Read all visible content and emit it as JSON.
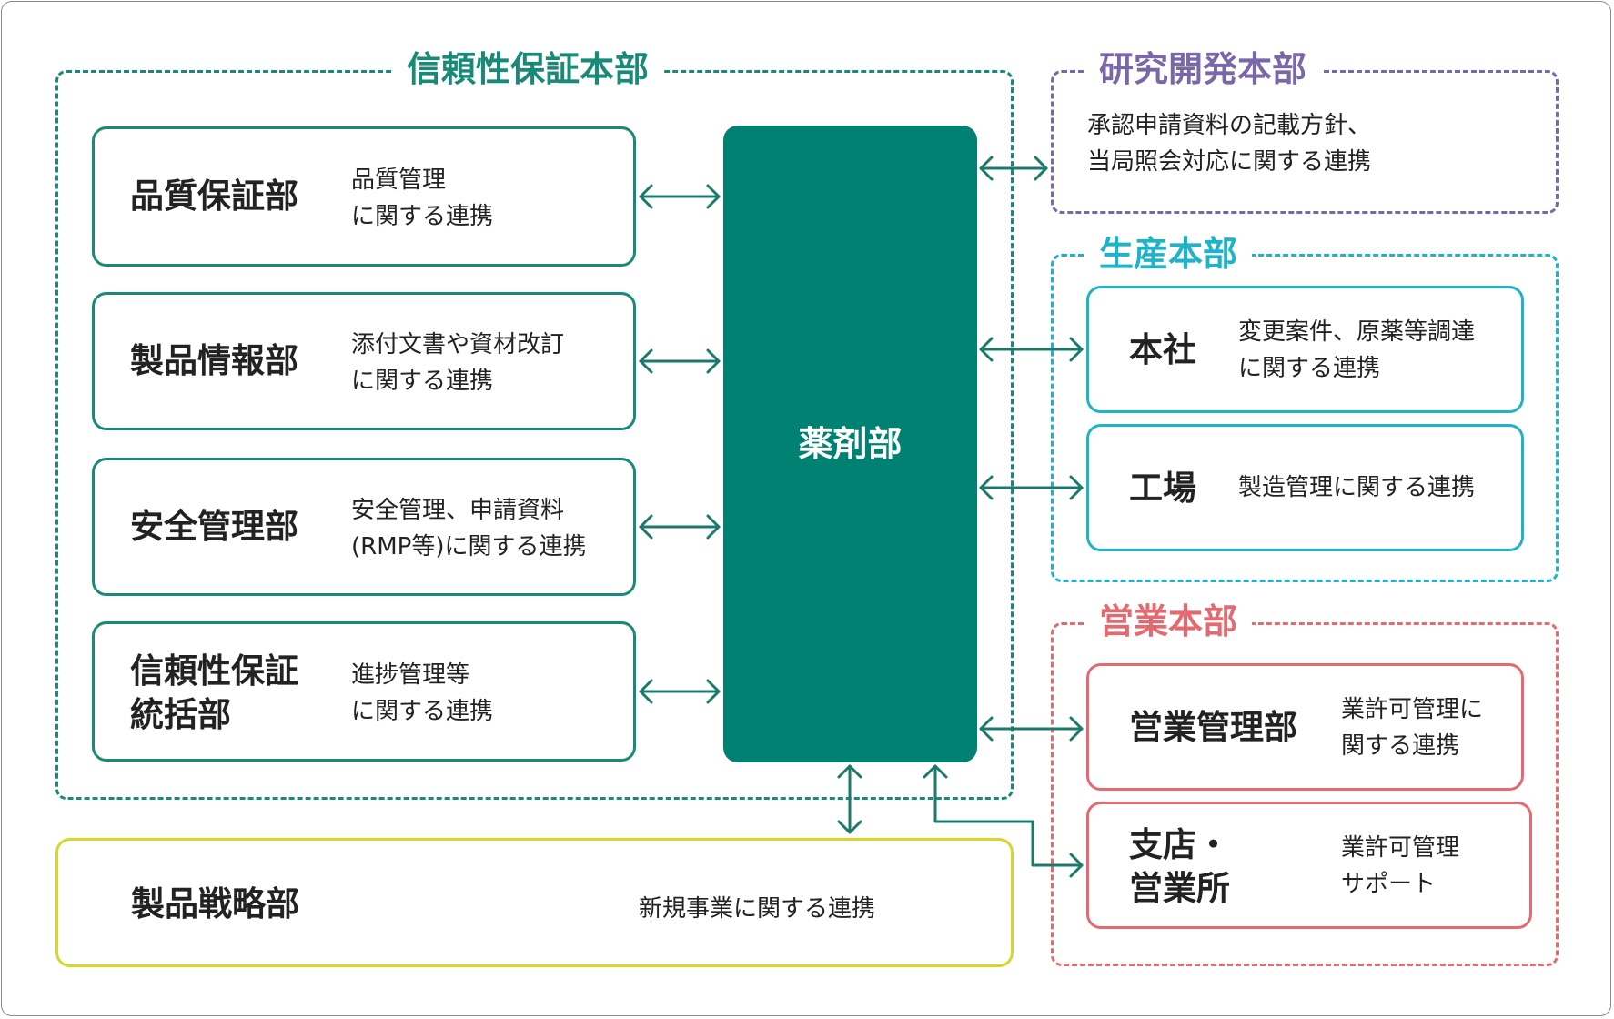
{
  "colors": {
    "qa_green": "#1a8a78",
    "center_fill": "#008172",
    "rd_purple": "#7a67a8",
    "production_cyan": "#1fb3c8",
    "sales_red": "#e46a72",
    "strategy_yellow": "#d4d82a",
    "arrow": "#1a7a6c"
  },
  "center": {
    "label": "薬剤部"
  },
  "qa_group": {
    "title": "信頼性保証本部",
    "boxes": [
      {
        "name": "品質保証部",
        "desc": "品質管理\nに関する連携"
      },
      {
        "name": "製品情報部",
        "desc": "添付文書や資材改訂\nに関する連携"
      },
      {
        "name": "安全管理部",
        "desc": "安全管理、申請資料\n(RMP等)に関する連携"
      },
      {
        "name": "信頼性保証\n統括部",
        "desc": "進捗管理等\nに関する連携"
      }
    ]
  },
  "rd_group": {
    "title": "研究開発本部",
    "desc": "承認申請資料の記載方針、\n当局照会対応に関する連携"
  },
  "production_group": {
    "title": "生産本部",
    "boxes": [
      {
        "name": "本社",
        "desc": "変更案件、原薬等調達\nに関する連携"
      },
      {
        "name": "工場",
        "desc": "製造管理に関する連携"
      }
    ]
  },
  "sales_group": {
    "title": "営業本部",
    "boxes": [
      {
        "name": "営業管理部",
        "desc": "業許可管理に\n関する連携"
      },
      {
        "name": "支店・\n営業所",
        "desc": "業許可管理\nサポート"
      }
    ]
  },
  "strategy": {
    "name": "製品戦略部",
    "desc": "新規事業に関する連携"
  }
}
